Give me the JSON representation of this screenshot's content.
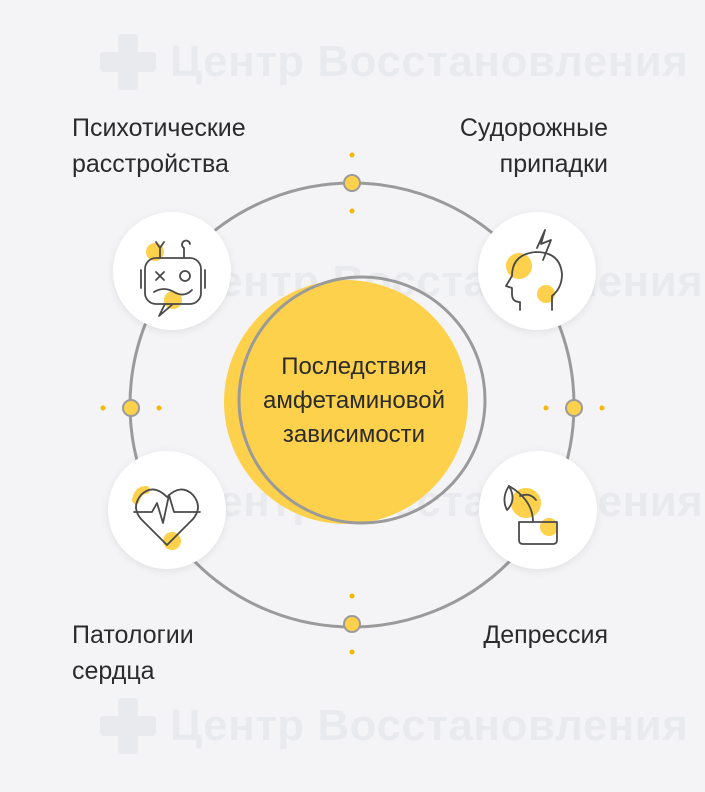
{
  "center": {
    "title": "Последствия\nамфетаминовой\nзависимости"
  },
  "items": [
    {
      "key": "psychotic",
      "label": "Психотические\nрасстройства",
      "icon": "confused-robot-icon"
    },
    {
      "key": "seizures",
      "label": "Судорожные\nприпадки",
      "icon": "head-lightning-icon"
    },
    {
      "key": "heart",
      "label": "Патологии\nсердца",
      "icon": "heart-pulse-icon"
    },
    {
      "key": "depression",
      "label": "Депрессия",
      "icon": "wilted-plant-icon"
    }
  ],
  "watermark": {
    "text": "Центр Восстановления"
  },
  "colors": {
    "accent": "#fdd14b",
    "ring": "#9a9a9a",
    "background": "#f4f4f6",
    "text": "#2b2b2b",
    "icon_line": "#4a4a4a"
  }
}
